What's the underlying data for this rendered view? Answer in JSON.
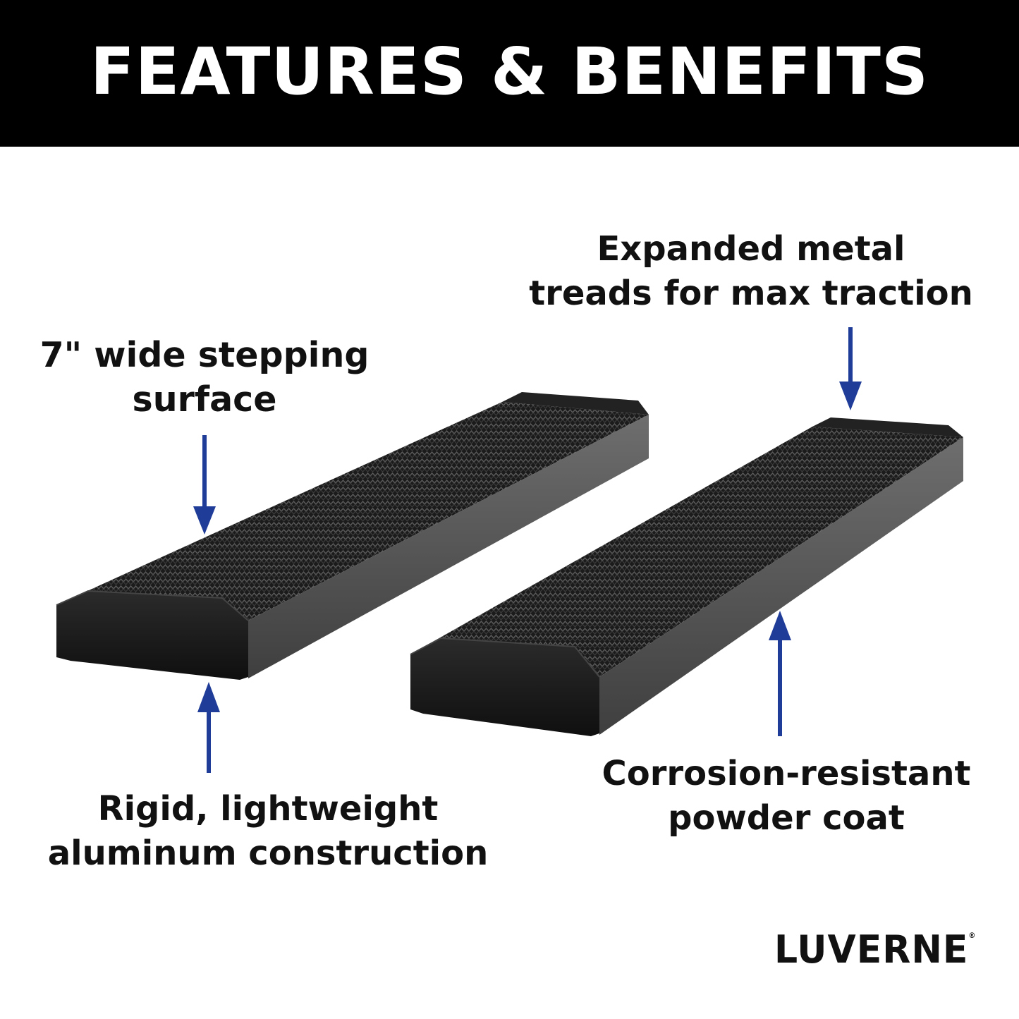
{
  "header": {
    "title": "FEATURES & BENEFITS",
    "background": "#000000",
    "text_color": "#ffffff"
  },
  "callouts": {
    "stepping_surface": {
      "line1": "7\" wide stepping",
      "line2": "surface"
    },
    "metal_treads": {
      "line1": "Expanded metal",
      "line2": "treads for max traction"
    },
    "aluminum": {
      "line1": "Rigid, lightweight",
      "line2": "aluminum construction"
    },
    "powder_coat": {
      "line1": "Corrosion-resistant",
      "line2": "powder coat"
    }
  },
  "arrow_color": "#1f3c99",
  "brand": {
    "logo": "LUVERNE",
    "mark": "®"
  },
  "product_image": {
    "subject": "two black running board steps"
  }
}
